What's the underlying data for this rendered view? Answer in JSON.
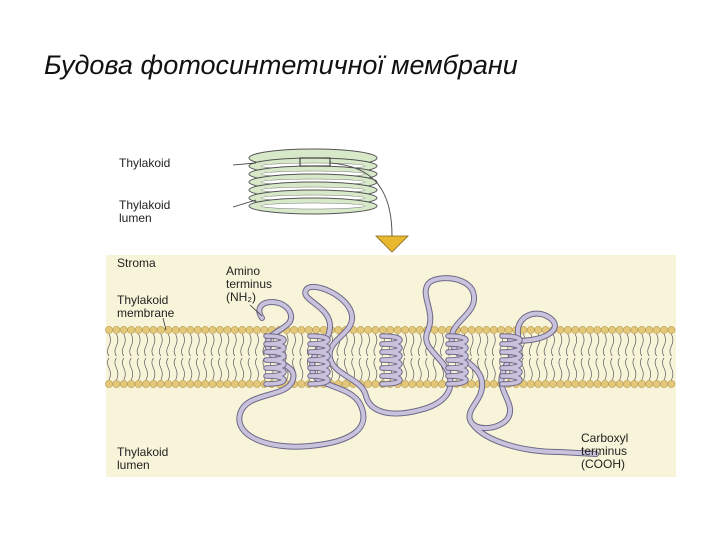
{
  "slide": {
    "title": "Будова фотосинтетичної мембрани"
  },
  "labels": {
    "thylakoid": "Thylakoid",
    "thylakoid_lumen_top": "Thylakoid\nlumen",
    "stroma": "Stroma",
    "amino_terminus": "Amino\nterminus\n(NH₂)",
    "thylakoid_membrane": "Thylakoid\nmembrane",
    "thylakoid_lumen_bottom": "Thylakoid\nlumen",
    "carboxyl_terminus": "Carboxyl\nterminus\n(COOH)"
  },
  "colors": {
    "panel_background": "#f8f4d9",
    "lipid_head": "#e3c77a",
    "lipid_head_stroke": "#b89a4a",
    "protein_chain": "#c9c2dc",
    "protein_chain_stroke": "#6e6888",
    "arrow": "#e8b830",
    "thylakoid_stack": "#d7e9c9"
  }
}
